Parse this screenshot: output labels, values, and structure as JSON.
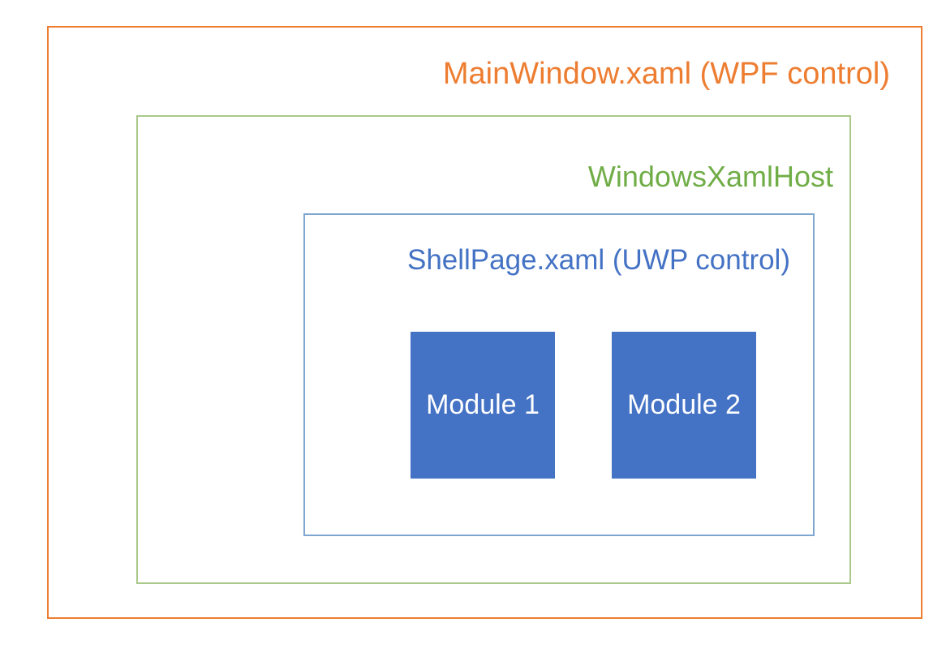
{
  "diagram": {
    "type": "nested-containers",
    "background_color": "#FFFFFF",
    "outer": {
      "label": "MainWindow.xaml (WPF control)",
      "border_color": "#ED7D31",
      "text_color": "#ED7D31"
    },
    "middle": {
      "label": "WindowsXamlHost",
      "border_color": "#A9C98A",
      "text_color": "#70AD47"
    },
    "inner": {
      "label": "ShellPage.xaml (UWP control)",
      "border_color": "#7EA6D0",
      "text_color": "#4472C4"
    },
    "modules": [
      {
        "label": "Module 1",
        "fill_color": "#4472C4",
        "text_color": "#FFFFFF"
      },
      {
        "label": "Module 2",
        "fill_color": "#4472C4",
        "text_color": "#FFFFFF"
      }
    ]
  }
}
